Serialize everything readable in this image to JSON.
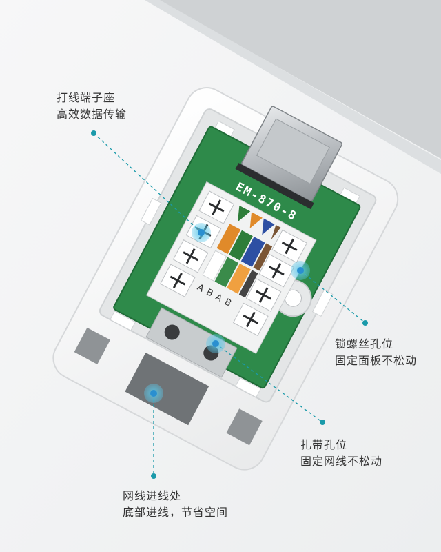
{
  "pcb_label": "EM-870-8",
  "pair_labels": [
    "A",
    "B",
    "A",
    "B"
  ],
  "callouts": [
    {
      "title": "打线端子座",
      "subtitle": "高效数据传输"
    },
    {
      "title": "锁螺丝孔位",
      "subtitle": "固定面板不松动"
    },
    {
      "title": "扎带孔位",
      "subtitle": "固定网线不松动"
    },
    {
      "title": "网线进线处",
      "subtitle": "底部进线，节省空间"
    }
  ],
  "colors": {
    "background": "#f3f4f5",
    "pcb_green": "#2e8a4a",
    "leader_line": "#1a9aaa",
    "marker_glow": "#5cc8ea",
    "marker_core": "#2a8fd0"
  }
}
